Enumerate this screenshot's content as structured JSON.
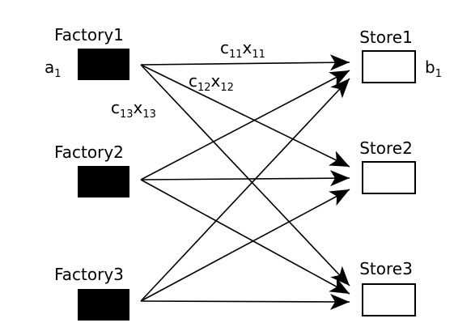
{
  "colors": {
    "factory_fill": "#000000",
    "store_fill": "#ffffff",
    "stroke": "#000000",
    "background": "#ffffff"
  },
  "factories": [
    {
      "id": "f1",
      "label": "Factory1",
      "supply_base": "a",
      "supply_sub": "1"
    },
    {
      "id": "f2",
      "label": "Factory2"
    },
    {
      "id": "f3",
      "label": "Factory3"
    }
  ],
  "stores": [
    {
      "id": "s1",
      "label": "Store1",
      "demand_base": "b",
      "demand_sub": "1"
    },
    {
      "id": "s2",
      "label": "Store2"
    },
    {
      "id": "s3",
      "label": "Store3"
    }
  ],
  "edges": [
    {
      "from": "f1",
      "to": "s1"
    },
    {
      "from": "f1",
      "to": "s2"
    },
    {
      "from": "f1",
      "to": "s3"
    },
    {
      "from": "f2",
      "to": "s1"
    },
    {
      "from": "f2",
      "to": "s2"
    },
    {
      "from": "f2",
      "to": "s3"
    },
    {
      "from": "f3",
      "to": "s1"
    },
    {
      "from": "f3",
      "to": "s2"
    },
    {
      "from": "f3",
      "to": "s3"
    }
  ],
  "edge_labels": [
    {
      "id": "c11x11",
      "c": "c",
      "c_sub": "11",
      "x": "x",
      "x_sub": "11"
    },
    {
      "id": "c12x12",
      "c": "c",
      "c_sub": "12",
      "x": "x",
      "x_sub": "12"
    },
    {
      "id": "c13x13",
      "c": "c",
      "c_sub": "13",
      "x": "x",
      "x_sub": "13"
    }
  ]
}
